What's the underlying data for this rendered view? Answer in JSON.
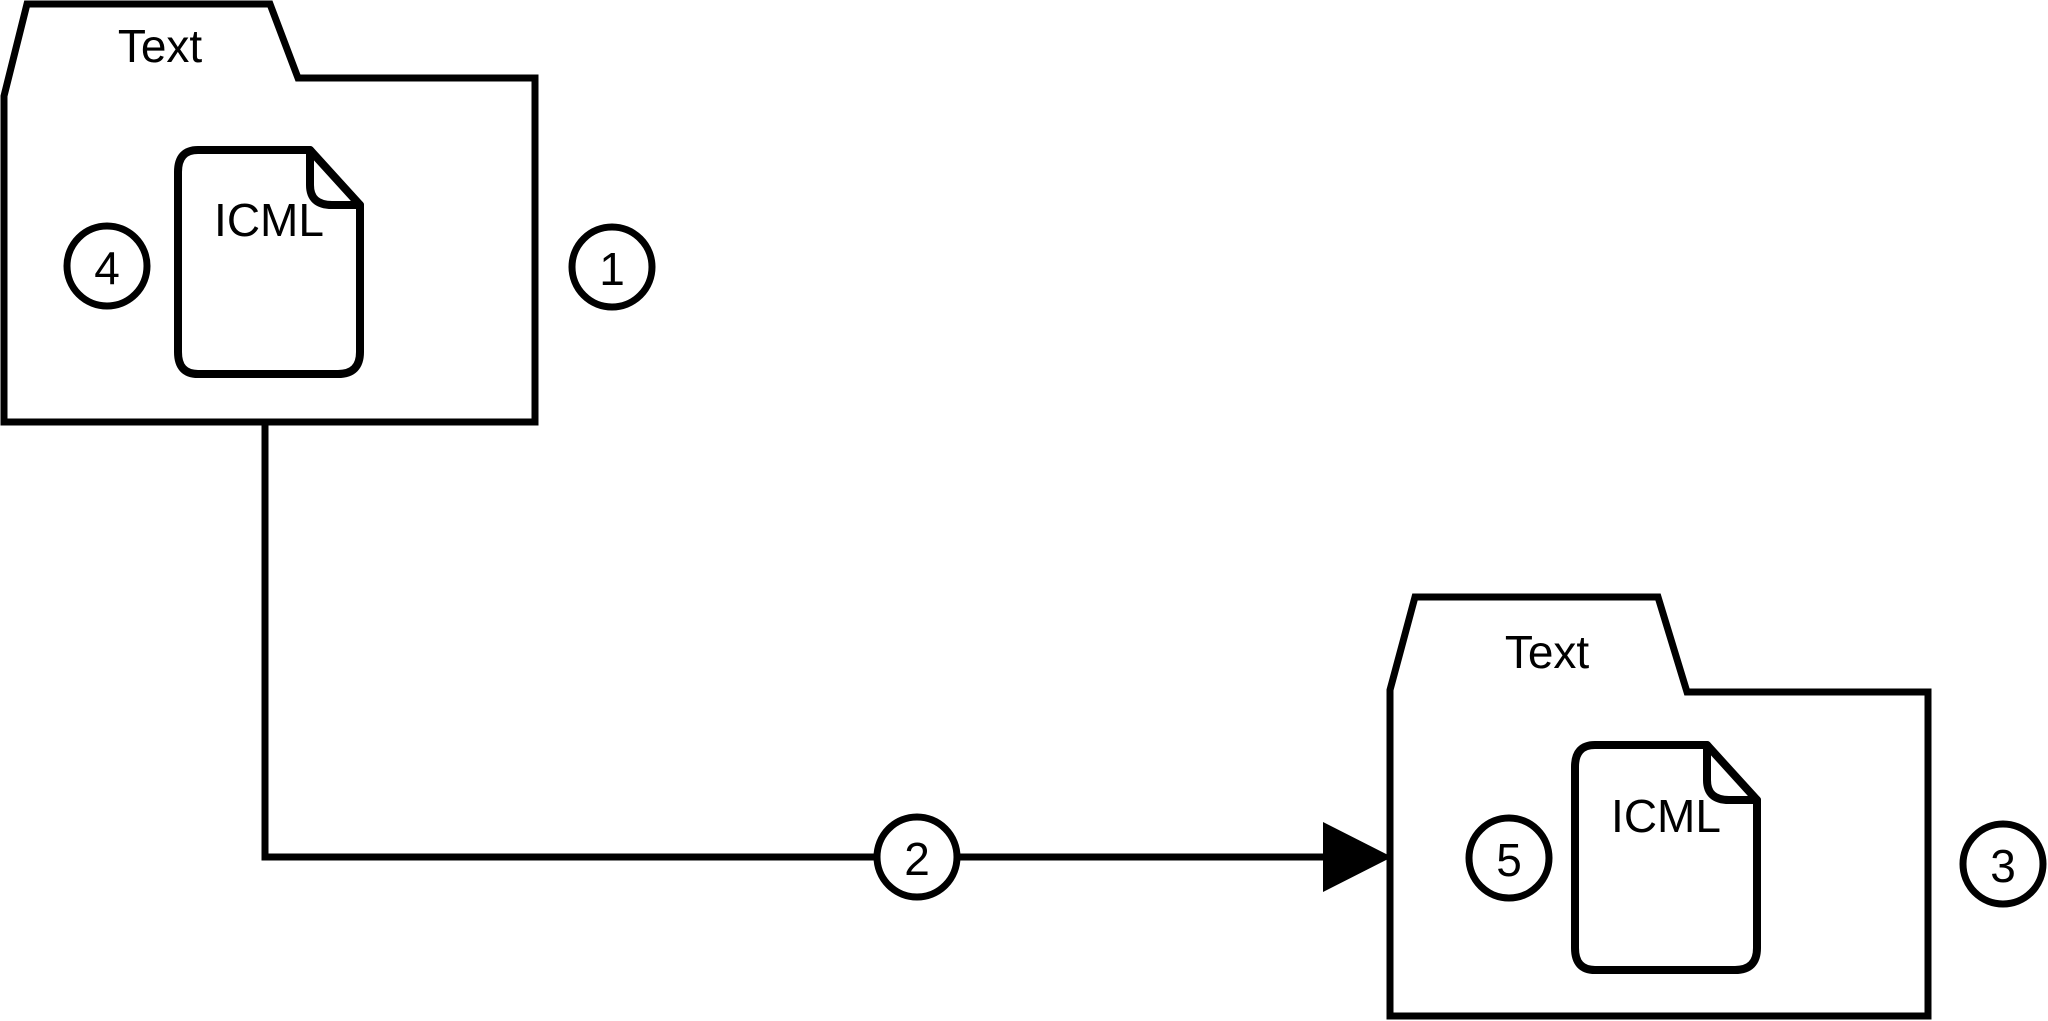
{
  "diagram": {
    "title": "Text folder to Text folder ICML transfer",
    "background_color": "#ffffff",
    "stroke_color": "#000000",
    "nodes": [
      {
        "id": "folder-source",
        "type": "folder",
        "label": "Text",
        "contains_document_label": "ICML"
      },
      {
        "id": "folder-target",
        "type": "folder",
        "label": "Text",
        "contains_document_label": "ICML"
      }
    ],
    "edges": [
      {
        "id": "edge-source-to-target",
        "from": "folder-source",
        "to": "folder-target",
        "arrow": "arrow-head-right"
      }
    ],
    "callouts": [
      {
        "id": "callout-1",
        "label": "1",
        "target": "folder-source"
      },
      {
        "id": "callout-2",
        "label": "2",
        "target": "edge-source-to-target"
      },
      {
        "id": "callout-3",
        "label": "3",
        "target": "folder-target"
      },
      {
        "id": "callout-4",
        "label": "4",
        "target": "folder-source"
      },
      {
        "id": "callout-5",
        "label": "5",
        "target": "folder-target"
      }
    ]
  }
}
